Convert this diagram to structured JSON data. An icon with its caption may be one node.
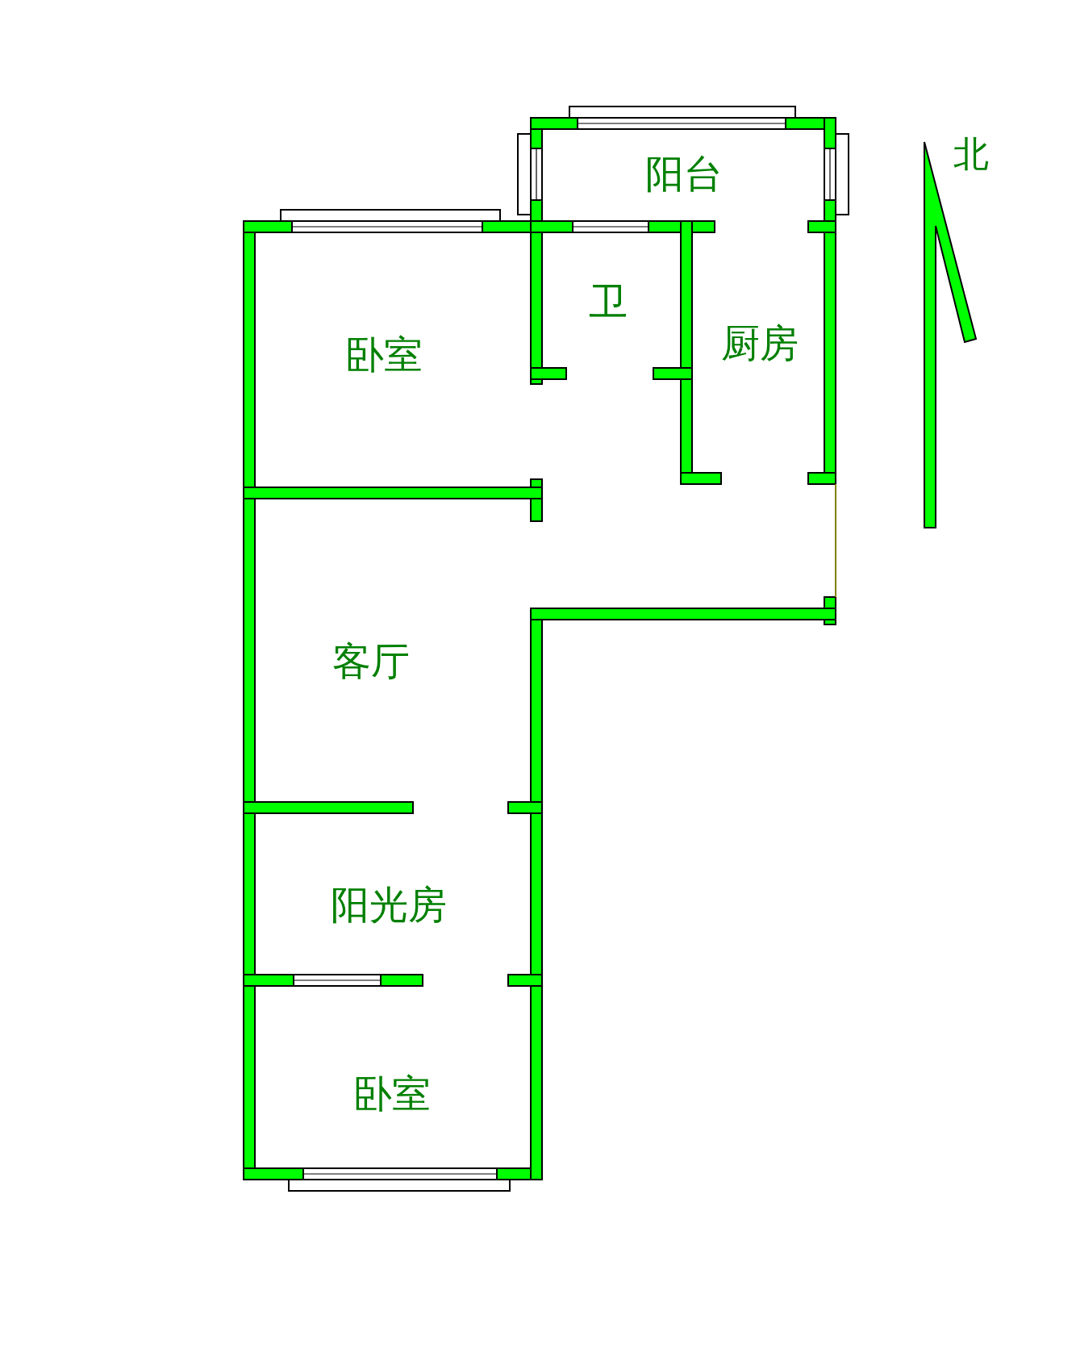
{
  "diagram": {
    "labels": [
      "阳台",
      "卫",
      "卧室",
      "厨房",
      "客厅",
      "阳光房",
      "卧室",
      "北"
    ]
  }
}
